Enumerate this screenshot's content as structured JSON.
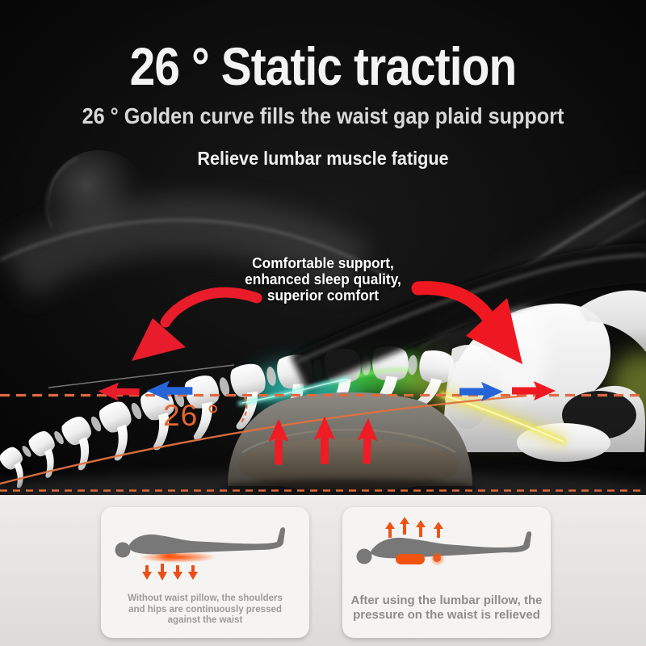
{
  "header": {
    "title": "26 ° Static traction",
    "subtitle": "26 ° Golden curve fills the waist gap plaid support",
    "tagline": "Relieve lumbar muscle fatigue"
  },
  "scene": {
    "callout_lines": [
      "Comfortable support,",
      "enhanced sleep quality,",
      "superior comfort"
    ],
    "angle_label": "26 °"
  },
  "footer": {
    "cards": [
      {
        "lines": [
          "Without waist pillow, the shoulders",
          "and hips are continuously pressed",
          "against the waist"
        ]
      },
      {
        "lines": [
          "After using the lumbar pillow, the",
          "pressure on the waist is relieved"
        ]
      }
    ]
  },
  "icons": {
    "left_arrows": [
      "red-left-arrow-icon",
      "blue-left-arrow-icon"
    ],
    "right_arrows": [
      "blue-right-arrow-icon",
      "red-right-arrow-icon"
    ],
    "curved_arrows": [
      "red-curved-arrow-left-icon",
      "red-curved-arrow-right-icon"
    ],
    "pillow_arrows": "red-up-arrow-icon",
    "card_pressure_arrows": "pressure-down-arrow-icon",
    "card_relief_arrows": "relief-up-arrow-icon"
  },
  "colors": {
    "background_dark": "#0a0a0a",
    "accent_orange": "#e4672e",
    "dashed_line_orange": "#e0693f",
    "arrow_red": "#ee1c25",
    "arrow_blue": "#2565d8",
    "glow_cyan": "#35e0c8",
    "glow_green": "#3ddc45",
    "glow_yellow": "#e8d83a",
    "bone_white": "#f5f5f5",
    "footer_bg": "#e4e3e1",
    "card_bg": "#f5f4f2",
    "card_silhouette_gray": "#787878",
    "card_glow_orange": "#f05410"
  }
}
